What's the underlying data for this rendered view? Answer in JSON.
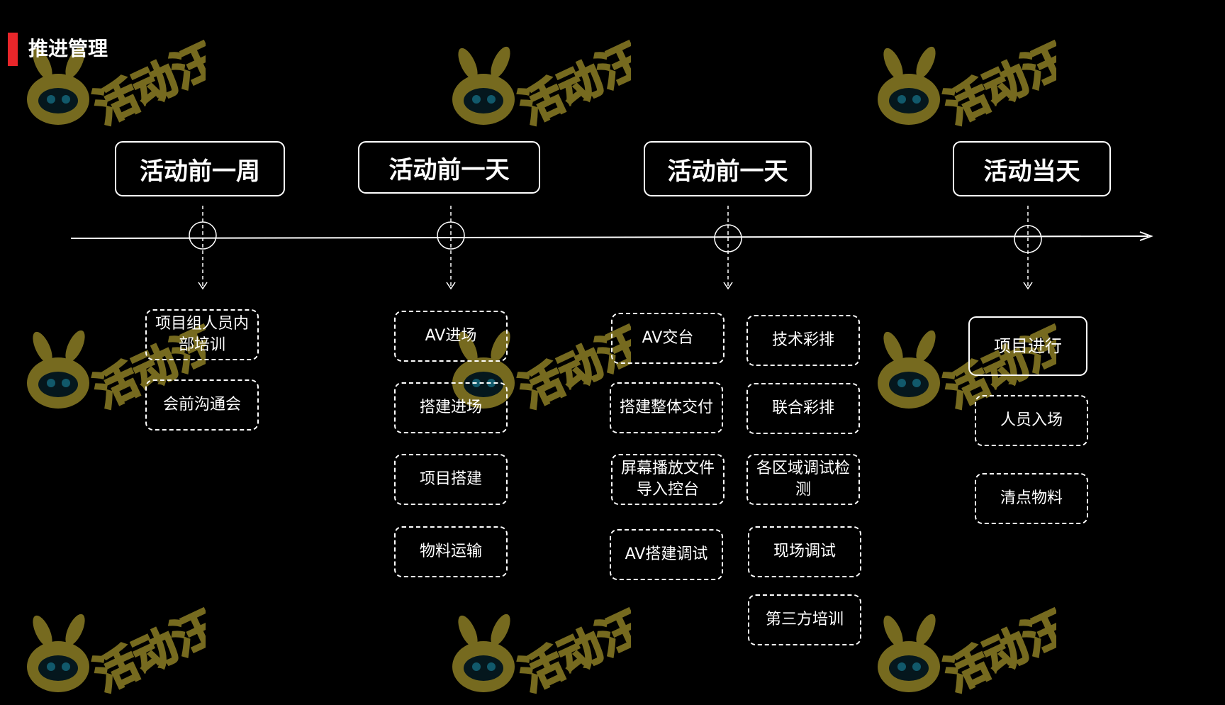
{
  "page_title": "推进管理",
  "watermark_text": "活动汪",
  "accent_color": "#e8262a",
  "watermark_color": "#d8c23a",
  "phases": [
    {
      "label": "活动前一周",
      "tasks": [
        {
          "text": "项目组人员内部培训"
        },
        {
          "text": "会前沟通会"
        }
      ]
    },
    {
      "label": "活动前一天",
      "tasks": [
        {
          "text": "AV进场"
        },
        {
          "text": "搭建进场"
        },
        {
          "text": "项目搭建"
        },
        {
          "text": "物料运输"
        }
      ]
    },
    {
      "label": "活动前一天",
      "tasks": [
        {
          "text": "AV交台"
        },
        {
          "text": "搭建整体交付"
        },
        {
          "text": "屏幕播放文件导入控台"
        },
        {
          "text": "AV搭建调试"
        },
        {
          "text": "技术彩排"
        },
        {
          "text": "联合彩排"
        },
        {
          "text": "各区域调试检测"
        },
        {
          "text": "现场调试"
        },
        {
          "text": "第三方培训"
        }
      ]
    },
    {
      "label": "活动当天",
      "tasks": [
        {
          "text": "项目进行",
          "solid": true
        },
        {
          "text": "人员入场"
        },
        {
          "text": "清点物料"
        }
      ]
    }
  ]
}
